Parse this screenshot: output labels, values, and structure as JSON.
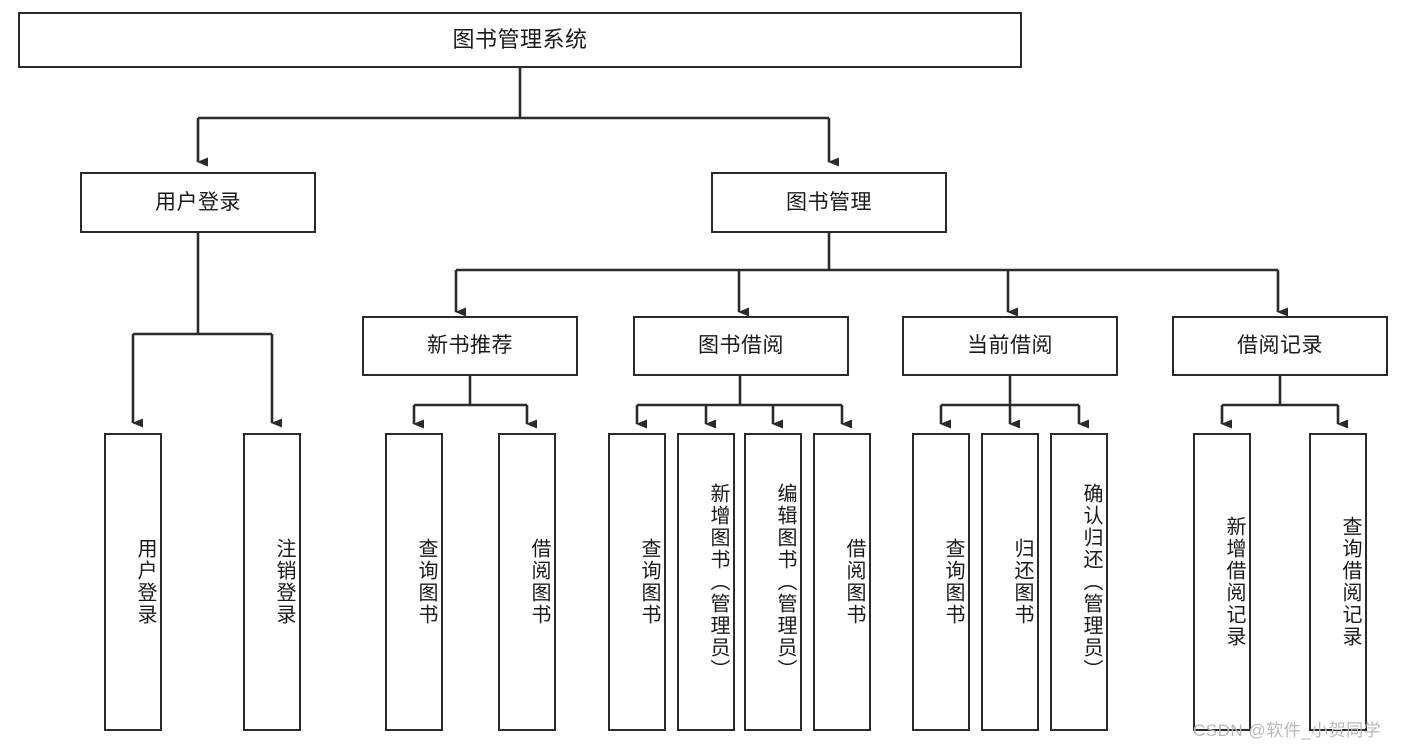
{
  "diagram": {
    "title": "图书管理系统",
    "type": "tree-hierarchy",
    "watermark": "CSDN @软件_小贺同学",
    "colors": {
      "stroke": "#2b2b2b",
      "fill": "#ffffff",
      "text": "#1a1a1a",
      "watermark": "#b9b9b9"
    },
    "nodes": {
      "root": {
        "label": "图书管理系统"
      },
      "level2": [
        {
          "label": "用户登录"
        },
        {
          "label": "图书管理"
        }
      ],
      "level3": [
        {
          "label": "新书推荐"
        },
        {
          "label": "图书借阅"
        },
        {
          "label": "当前借阅"
        },
        {
          "label": "借阅记录"
        }
      ],
      "leaves_user_login": [
        {
          "label": "用户登录"
        },
        {
          "label": "注销登录"
        }
      ],
      "leaves_new_book": [
        {
          "label": "查询图书"
        },
        {
          "label": "借阅图书"
        }
      ],
      "leaves_borrow": [
        {
          "label": "查询图书"
        },
        {
          "label": "新增图书（管理员）"
        },
        {
          "label": "编辑图书（管理员）"
        },
        {
          "label": "借阅图书"
        }
      ],
      "leaves_current": [
        {
          "label": "查询图书"
        },
        {
          "label": "归还图书"
        },
        {
          "label": "确认归还（管理员）"
        }
      ],
      "leaves_record": [
        {
          "label": "新增借阅记录"
        },
        {
          "label": "查询借阅记录"
        }
      ]
    }
  }
}
